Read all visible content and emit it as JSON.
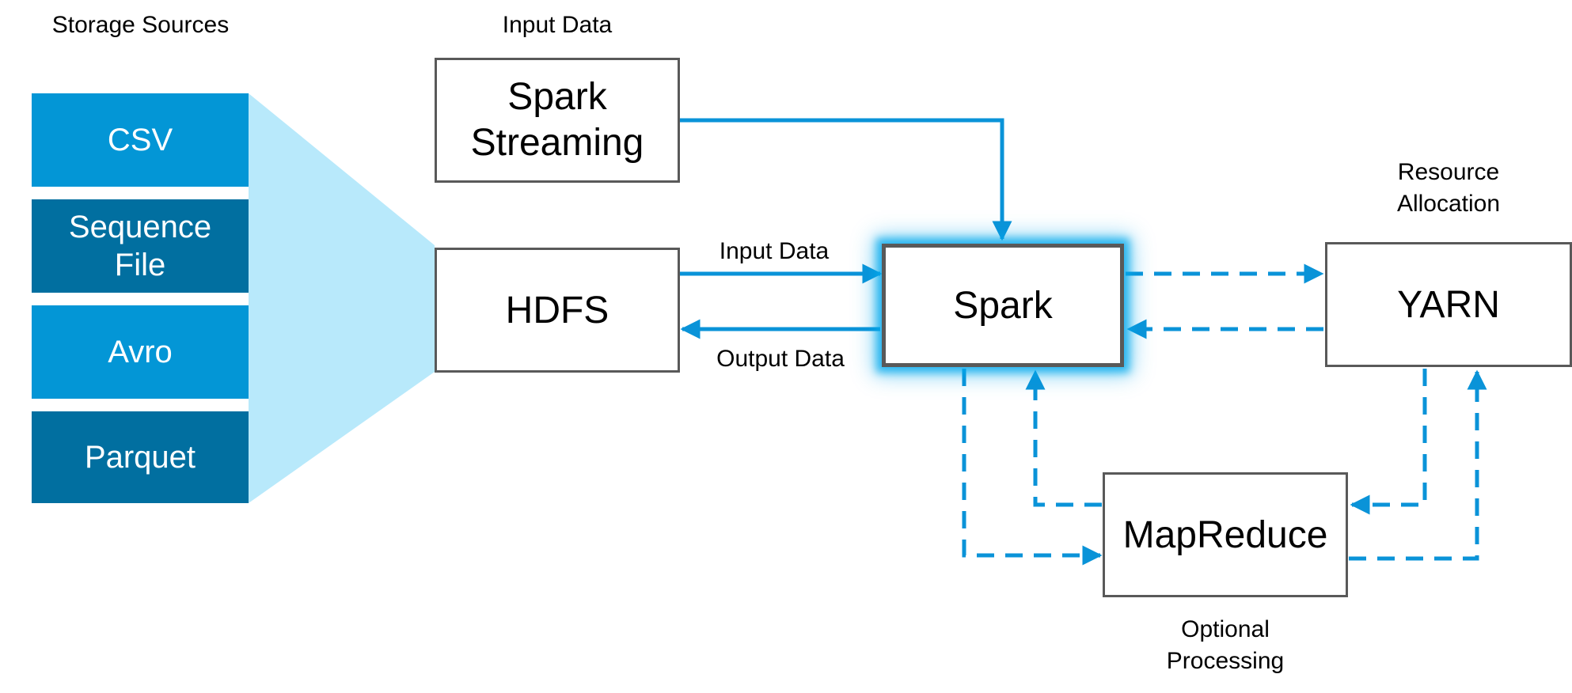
{
  "labels": {
    "storage_sources": "Storage Sources",
    "input_data_top": "Input Data",
    "input_data_edge": "Input Data",
    "output_data_edge": "Output Data",
    "resource_allocation": "Resource\nAllocation",
    "optional_processing": "Optional\nProcessing"
  },
  "storage": [
    {
      "label": "CSV",
      "shade": "light"
    },
    {
      "label": "Sequence\nFile",
      "shade": "dark"
    },
    {
      "label": "Avro",
      "shade": "light"
    },
    {
      "label": "Parquet",
      "shade": "dark"
    }
  ],
  "nodes": {
    "spark_streaming": "Spark\nStreaming",
    "hdfs": "HDFS",
    "spark": "Spark",
    "yarn": "YARN",
    "mapreduce": "MapReduce"
  },
  "colors": {
    "source_light": "#0396d6",
    "source_dark": "#016fa0",
    "funnel": "#b8e9fb",
    "arrow": "#0a93d8",
    "box_border": "#595959"
  }
}
